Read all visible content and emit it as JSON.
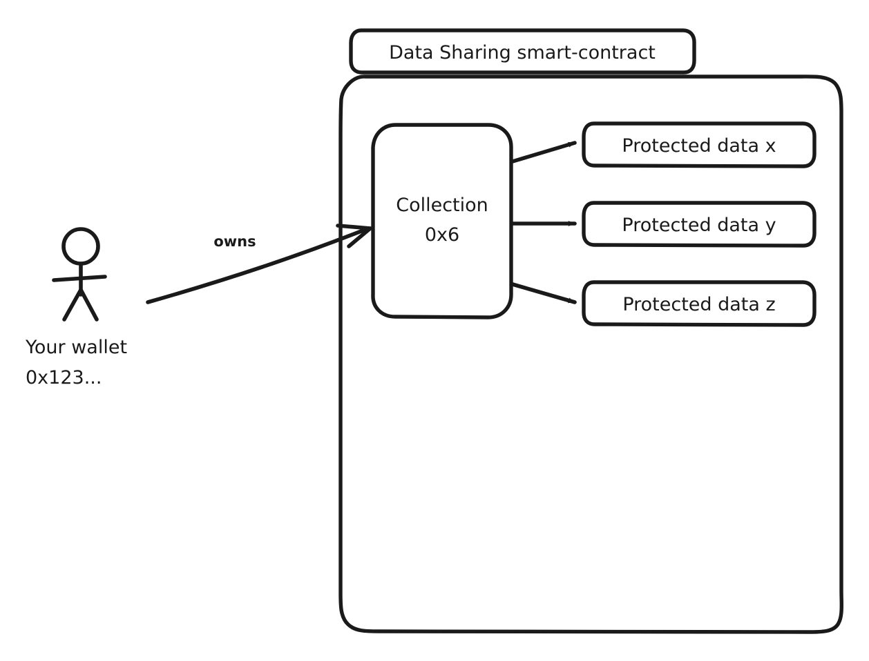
{
  "diagram": {
    "type": "architecture-flow",
    "background_color": "#ffffff",
    "stroke_color": "#1a1a1a",
    "style": "hand-drawn-excalidraw",
    "title_box": {
      "label": "Data Sharing smart-contract"
    },
    "container": {
      "name": "smart-contract-container"
    },
    "actor": {
      "icon": "stick-figure-icon",
      "label_line1": "Your wallet",
      "label_line2": "0x123..."
    },
    "collection_node": {
      "label_line1": "Collection",
      "label_line2": "0x6"
    },
    "edges": [
      {
        "from": "wallet",
        "to": "collection",
        "label": "owns"
      },
      {
        "from": "collection",
        "to": "protected-data-x",
        "label": ""
      },
      {
        "from": "collection",
        "to": "protected-data-y",
        "label": ""
      },
      {
        "from": "collection",
        "to": "protected-data-z",
        "label": ""
      }
    ],
    "protected_data_nodes": [
      {
        "label": "Protected data x"
      },
      {
        "label": "Protected data y"
      },
      {
        "label": "Protected data z"
      }
    ]
  }
}
